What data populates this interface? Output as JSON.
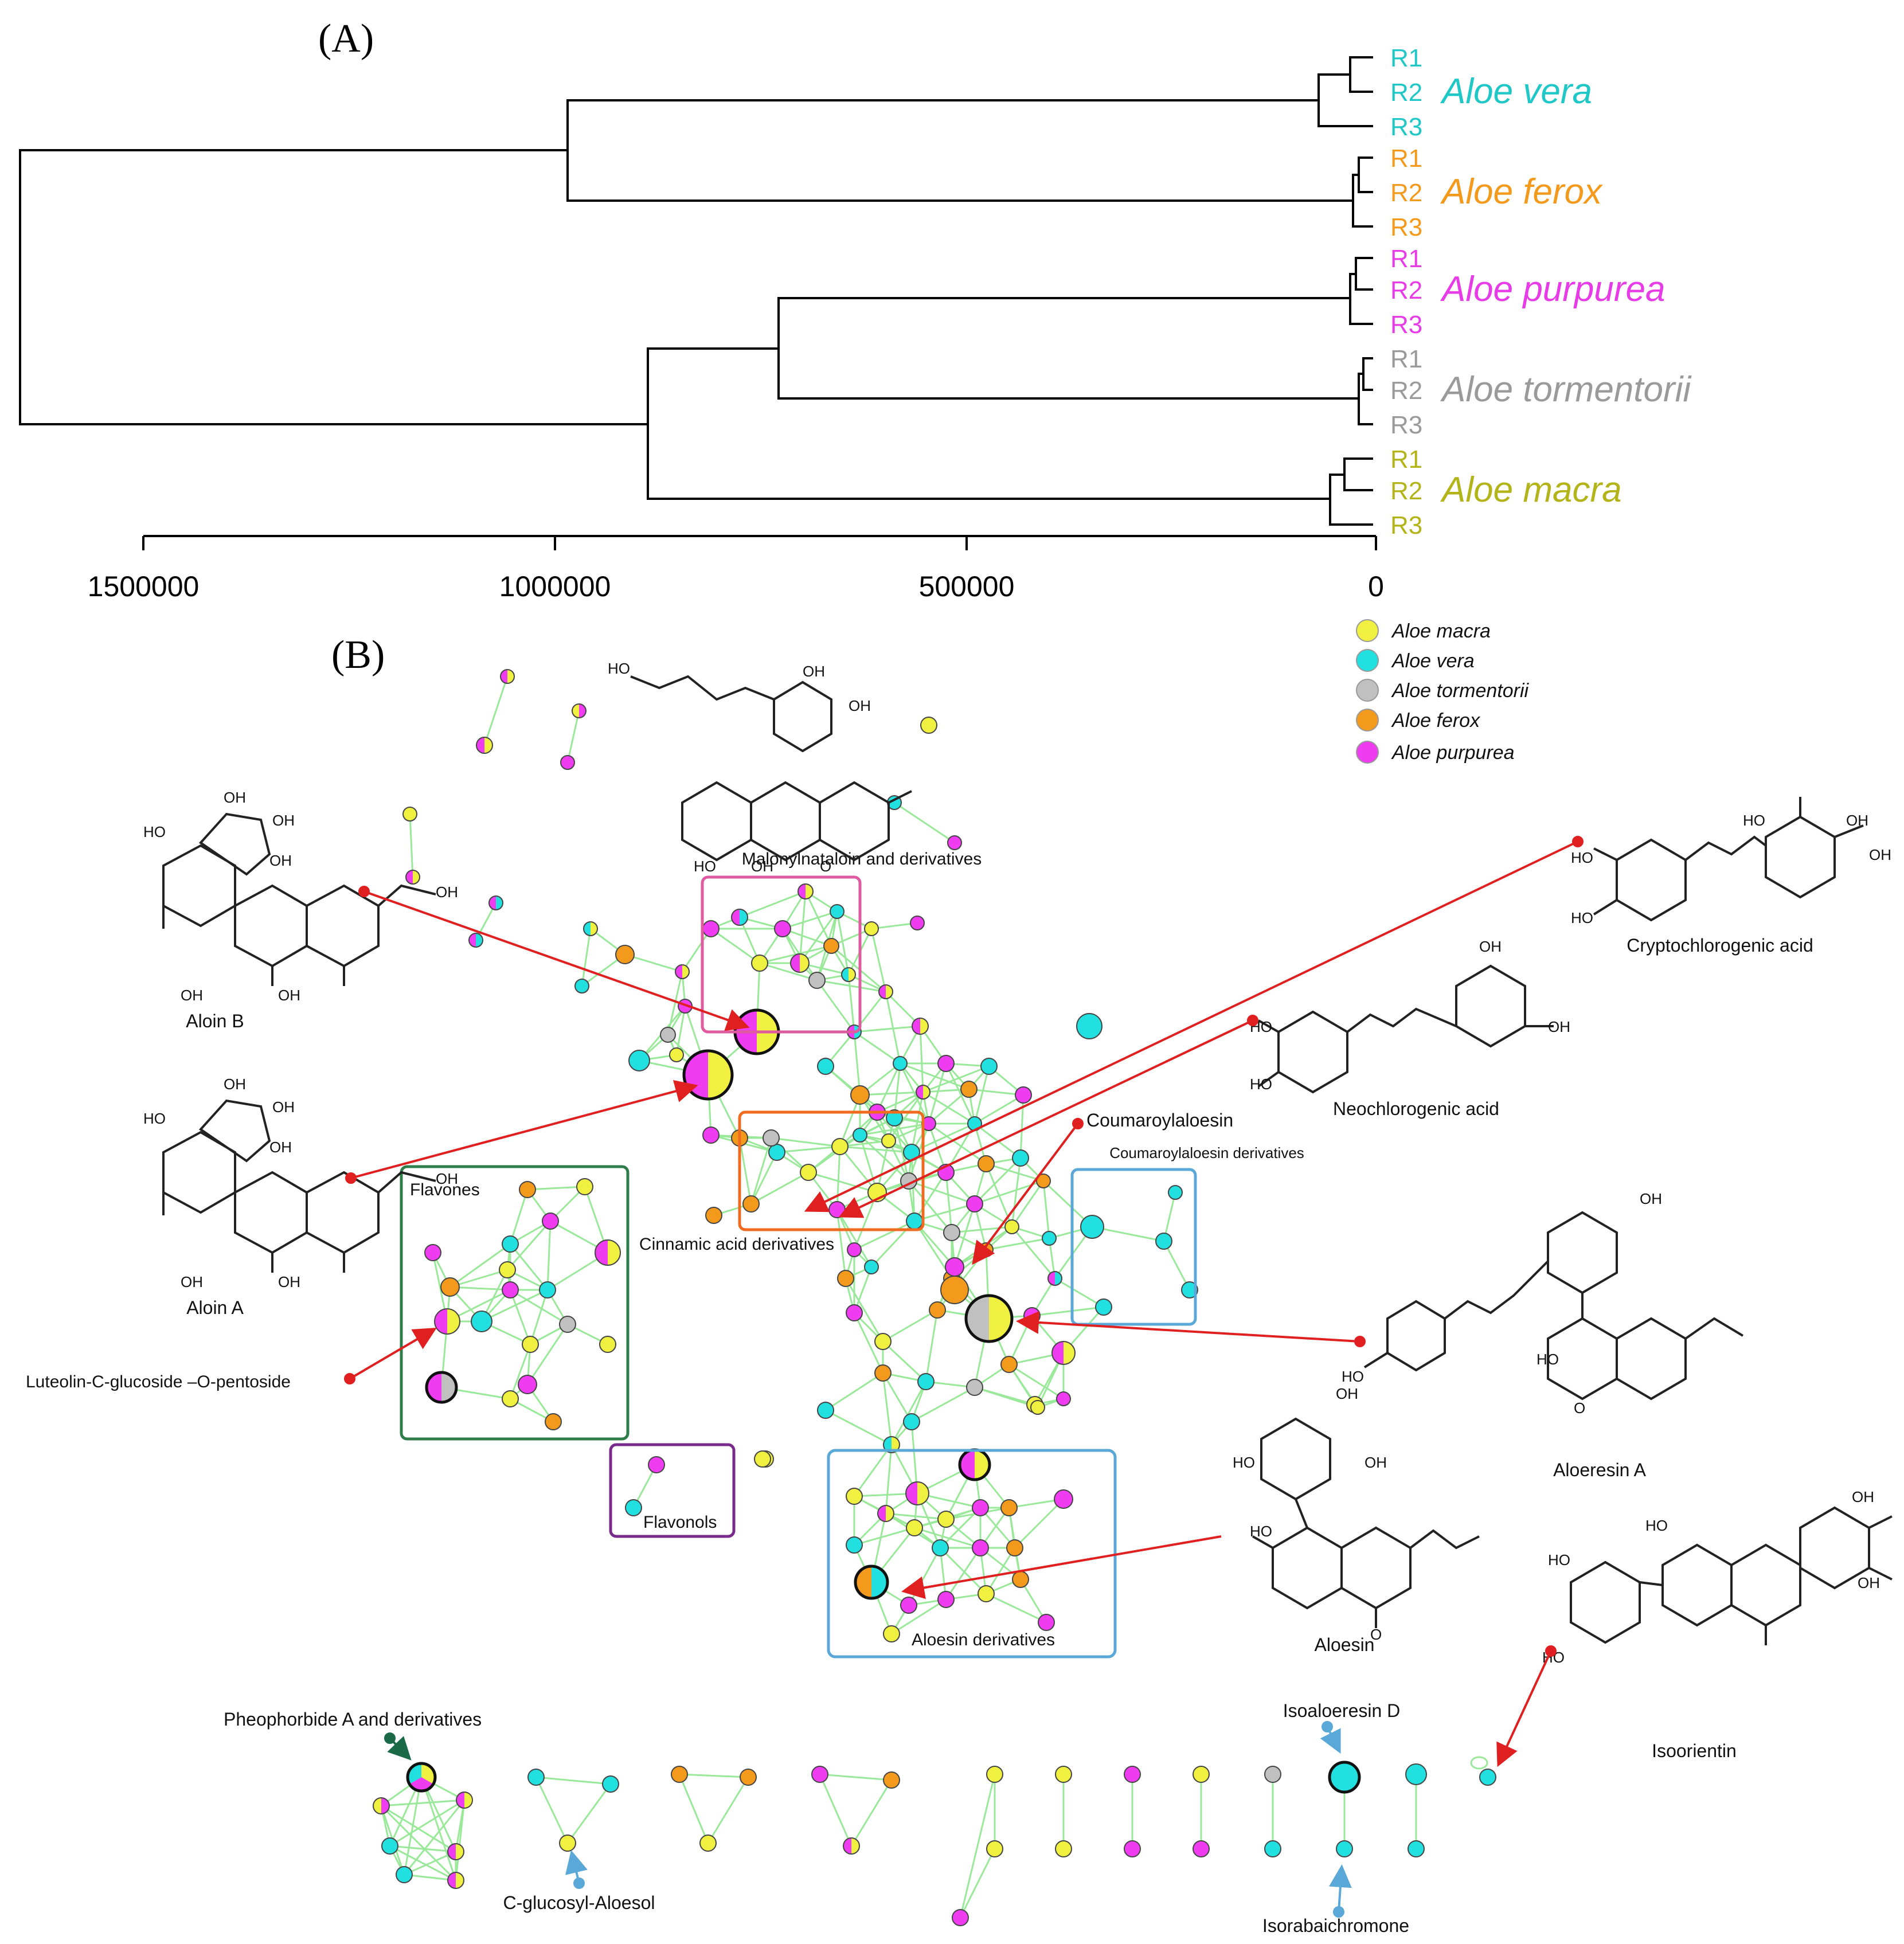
{
  "panel_a": {
    "label": "(A)",
    "axis_ticks": [
      "1500000",
      "1000000",
      "500000",
      "0"
    ],
    "replicates": [
      "R1",
      "R2",
      "R3"
    ],
    "species": [
      {
        "name": "Aloe vera",
        "color": "#1fc7c7"
      },
      {
        "name": "Aloe ferox",
        "color": "#f39a1c"
      },
      {
        "name": "Aloe purpurea",
        "color": "#e83be8"
      },
      {
        "name": "Aloe tormentorii",
        "color": "#9a9a9a"
      },
      {
        "name": "Aloe macra",
        "color": "#b3b31a"
      }
    ]
  },
  "panel_b": {
    "label": "(B)",
    "legend": [
      {
        "name": "Aloe macra",
        "color": "#f0f040"
      },
      {
        "name": "Aloe vera",
        "color": "#22e0e0"
      },
      {
        "name": "Aloe tormentorii",
        "color": "#c0c0c0"
      },
      {
        "name": "Aloe ferox",
        "color": "#f39a1c"
      },
      {
        "name": "Aloe purpurea",
        "color": "#f03cf0"
      }
    ],
    "clusters": {
      "malonyl": "Malonylnataloin and derivatives",
      "flavones": "Flavones",
      "cinnamic": "Cinnamic acid derivatives",
      "coumaroyl_derivs": "Coumaroylaloesin derivatives",
      "flavonols": "Flavonols",
      "aloesin_derivs": "Aloesin derivatives"
    },
    "compounds": {
      "aloin_b": "Aloin B",
      "aloin_a": "Aloin A",
      "luteolin": "Luteolin-C-glucoside –O-pentoside",
      "cryptochlorogenic": "Cryptochlorogenic acid",
      "neochlorogenic": "Neochlorogenic acid",
      "coumaroylaloesin": "Coumaroylaloesin",
      "aloeresin_a": "Aloeresin A",
      "aloesin": "Aloesin",
      "isoorientin": "Isoorientin",
      "pheophorbide": "Pheophorbide A and derivatives",
      "isoaloeresin": "Isoaloeresin D",
      "c_glucosyl": "C-glucosyl-Aloesol",
      "isorabaichromone": "Isorabaichromone"
    }
  }
}
